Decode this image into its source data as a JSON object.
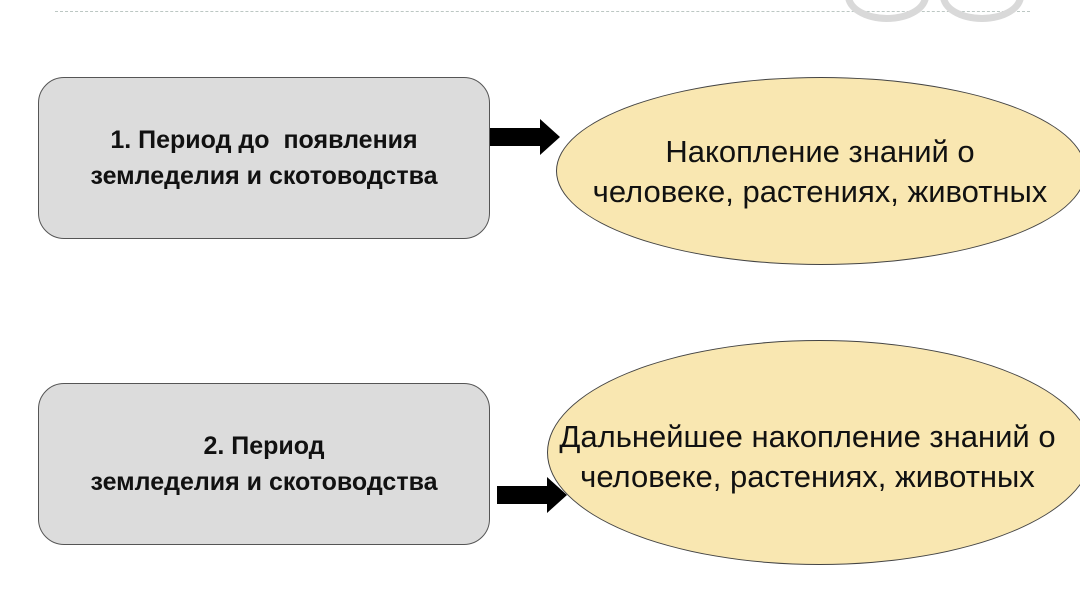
{
  "diagram": {
    "periods": [
      {
        "lines": [
          "1. Период до  появления",
          "земледелия и скотоводства"
        ]
      },
      {
        "lines": [
          "2. Период",
          "земледелия и скотоводства"
        ]
      }
    ],
    "knowledge": [
      {
        "lines": [
          "Накопление знаний о",
          "человеке, растениях, животных"
        ]
      },
      {
        "lines": [
          "Дальнейшее накопление знаний о",
          "человеке, растениях, животных"
        ]
      }
    ]
  },
  "colors": {
    "box_fill": "#dcdcdc",
    "ellipse_fill": "#f9e7b1",
    "arrow": "#000000"
  }
}
